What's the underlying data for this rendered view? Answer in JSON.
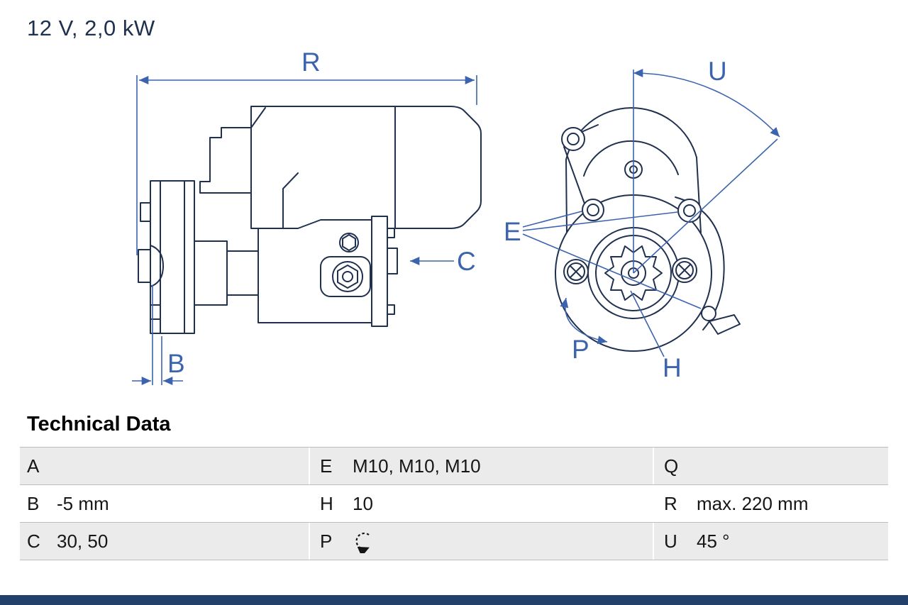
{
  "title": "12 V, 2,0 kW",
  "diagram": {
    "labels": {
      "r": "R",
      "u": "U",
      "c": "C",
      "b": "B",
      "e": "E",
      "p": "P",
      "h": "H"
    }
  },
  "technical": {
    "title": "Technical Data",
    "rows": [
      {
        "cells": [
          {
            "key": "A",
            "value": ""
          },
          {
            "key": "E",
            "value": "M10, M10, M10"
          },
          {
            "key": "Q",
            "value": ""
          }
        ]
      },
      {
        "cells": [
          {
            "key": "B",
            "value": "-5 mm"
          },
          {
            "key": "H",
            "value": "10"
          },
          {
            "key": "R",
            "value": "max. 220 mm"
          }
        ]
      },
      {
        "cells": [
          {
            "key": "C",
            "value": "30, 50"
          },
          {
            "key": "P",
            "value": "",
            "value_icon": "rotation-direction-icon"
          },
          {
            "key": "U",
            "value": "45 °"
          }
        ]
      }
    ]
  },
  "colors": {
    "outline_ink": "#20304f",
    "dimension_blue": "#3c64ae",
    "row_alt_bg": "#ebebeb",
    "footer_bar": "#23406b",
    "table_border": "#bdbdbd"
  }
}
